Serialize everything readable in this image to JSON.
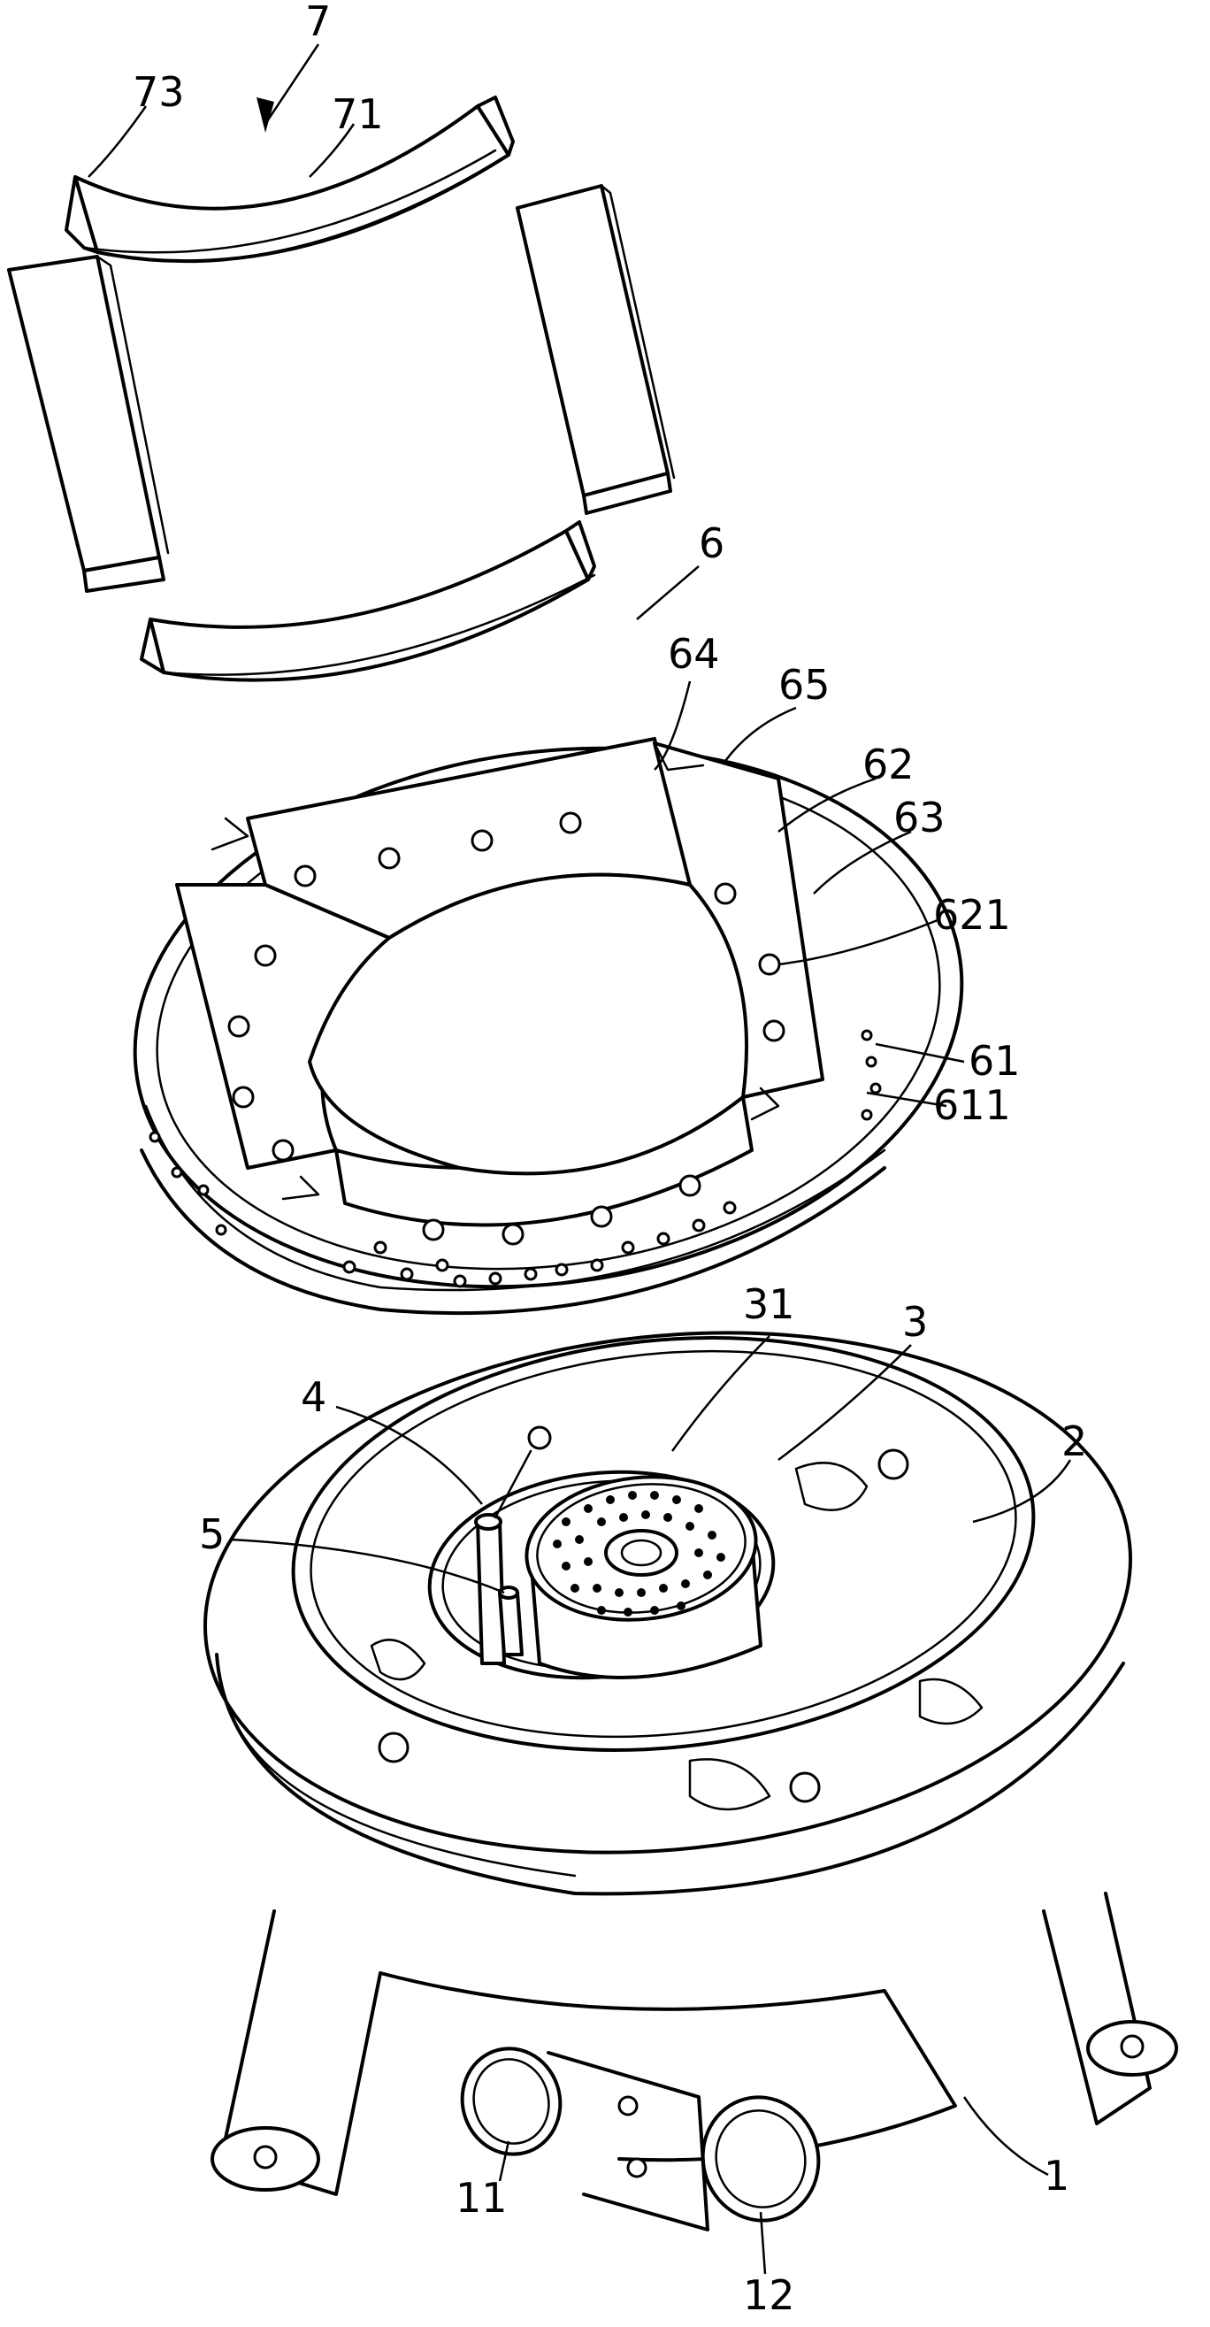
{
  "figure": {
    "labels": [
      {
        "id": "7",
        "text": "7"
      },
      {
        "id": "73",
        "text": "73"
      },
      {
        "id": "71",
        "text": "71"
      },
      {
        "id": "6",
        "text": "6"
      },
      {
        "id": "64",
        "text": "64"
      },
      {
        "id": "65",
        "text": "65"
      },
      {
        "id": "62",
        "text": "62"
      },
      {
        "id": "63",
        "text": "63"
      },
      {
        "id": "621",
        "text": "621"
      },
      {
        "id": "61",
        "text": "61"
      },
      {
        "id": "611",
        "text": "611"
      },
      {
        "id": "31",
        "text": "31"
      },
      {
        "id": "3",
        "text": "3"
      },
      {
        "id": "4",
        "text": "4"
      },
      {
        "id": "2",
        "text": "2"
      },
      {
        "id": "5",
        "text": "5"
      },
      {
        "id": "1",
        "text": "1"
      },
      {
        "id": "11",
        "text": "11"
      },
      {
        "id": "12",
        "text": "12"
      }
    ]
  }
}
